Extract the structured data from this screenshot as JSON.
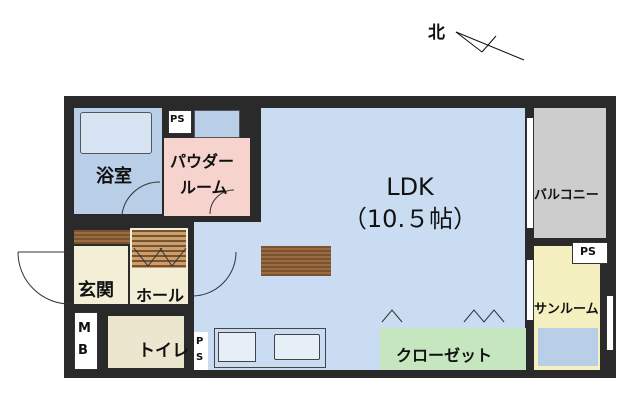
{
  "compass": {
    "label": "北"
  },
  "rooms": {
    "ldk": {
      "name": "LDK",
      "size": "（10.５帖）"
    },
    "bath": {
      "name": "浴室"
    },
    "powder": {
      "line1": "パウダー",
      "line2": "ルーム"
    },
    "balcony": {
      "name": "バルコニー"
    },
    "entrance": {
      "name": "玄関"
    },
    "hall": {
      "name": "ホール"
    },
    "toilet": {
      "name": "トイレ"
    },
    "closet": {
      "name": "クローゼット"
    },
    "sunroom": {
      "name": "サンルーム"
    }
  },
  "tags": {
    "ps_top": "PS",
    "ps_kitchen": "P\nS",
    "ps_sunroom": "PS",
    "mb": "M\nB"
  },
  "colors": {
    "wall": "#2a2a2a",
    "ldk": "#c9dcf2",
    "bath": "#b9cfe8",
    "powder": "#f6d3cc",
    "balcony": "#cdcdcd",
    "entrance": "#f2efd6",
    "toilet": "#ede6cf",
    "closet": "#c6e6bf",
    "sunroom": "#f4f0bf",
    "wood": "#7a5230"
  }
}
